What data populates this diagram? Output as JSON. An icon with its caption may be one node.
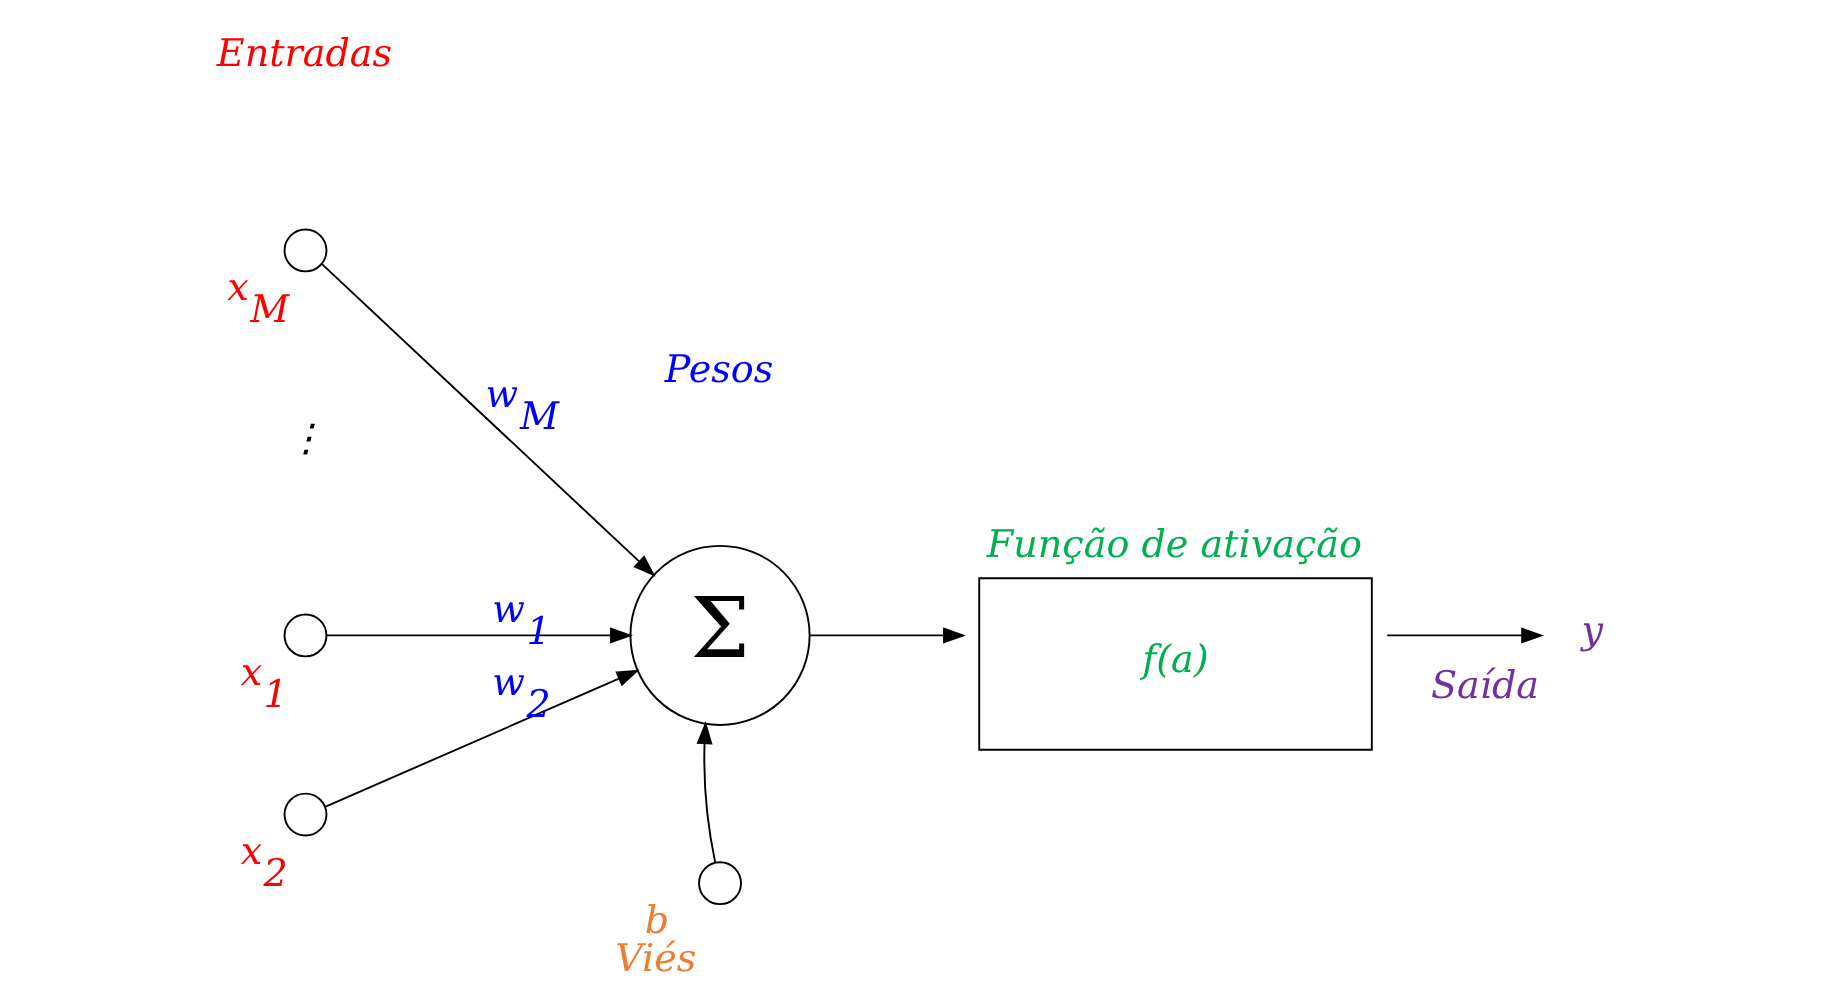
{
  "diagram": {
    "nodes": [
      {
        "text": [],
        "shape": "circle",
        "beside": [
          "x$_{M}$"
        ]
      },
      {
        "text": [],
        "shape": "circle",
        "beside": [
          "x$_{1}$"
        ]
      },
      {
        "text": [],
        "shape": "circle",
        "beside": [
          "x$_{2}$"
        ]
      },
      {
        "text": [
          "Σ"
        ]
      },
      {
        "text": [
          "Função de ativação",
          "f(a)"
        ]
      },
      {
        "text": [],
        "shape": "circle",
        "beside": [
          "b",
          "Viés"
        ]
      },
      {
        "text": [
          "y"
        ],
        "beside": [
          "Saída"
        ]
      }
    ],
    "edges": [
      {
        "from": 0,
        "to": 3,
        "arrow": "to",
        "label": "w$_{M}$"
      },
      {
        "from": 1,
        "to": 3,
        "arrow": "to",
        "label": "w$_{1}$"
      },
      {
        "from": 2,
        "to": 3,
        "arrow": "to",
        "label": "w$_{2}$"
      },
      {
        "from": 5,
        "to": 3,
        "arrow": "to"
      },
      {
        "from": 3,
        "to": 4,
        "arrow": "to"
      },
      {
        "from": 4,
        "to": 6,
        "arrow": "to"
      }
    ],
    "labels": [
      "Entradas",
      "Pesos",
      "⋮"
    ]
  }
}
